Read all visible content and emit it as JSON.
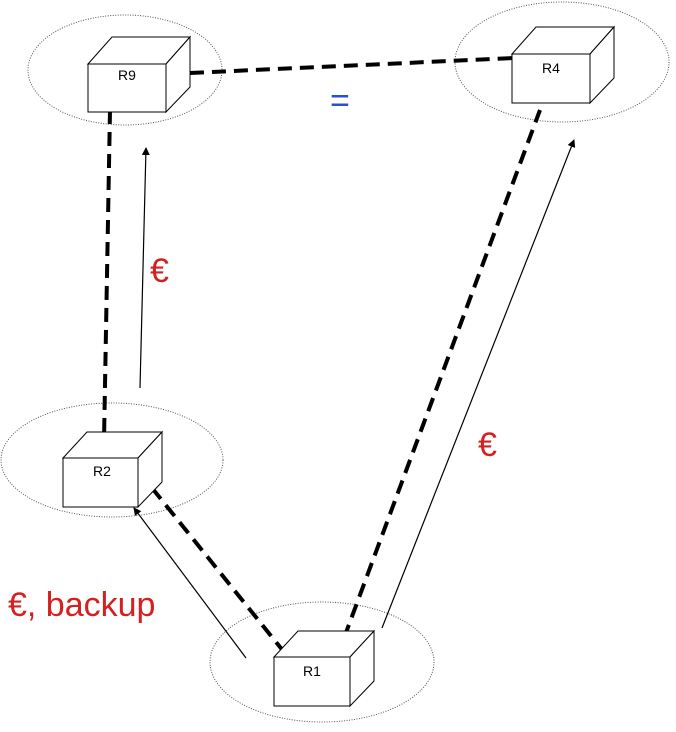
{
  "routers": [
    {
      "id": "R9",
      "label": "R9"
    },
    {
      "id": "R4",
      "label": "R4"
    },
    {
      "id": "R2",
      "label": "R2"
    },
    {
      "id": "R1",
      "label": "R1"
    }
  ],
  "edge_labels": {
    "r9_r4": "=",
    "r2_to_r9": "€",
    "r1_to_r4": "€",
    "r1_to_r2": "€, backup"
  },
  "colors": {
    "cost_label": "#d42020",
    "equal_label": "#2a4fd6",
    "link": "#000000"
  }
}
